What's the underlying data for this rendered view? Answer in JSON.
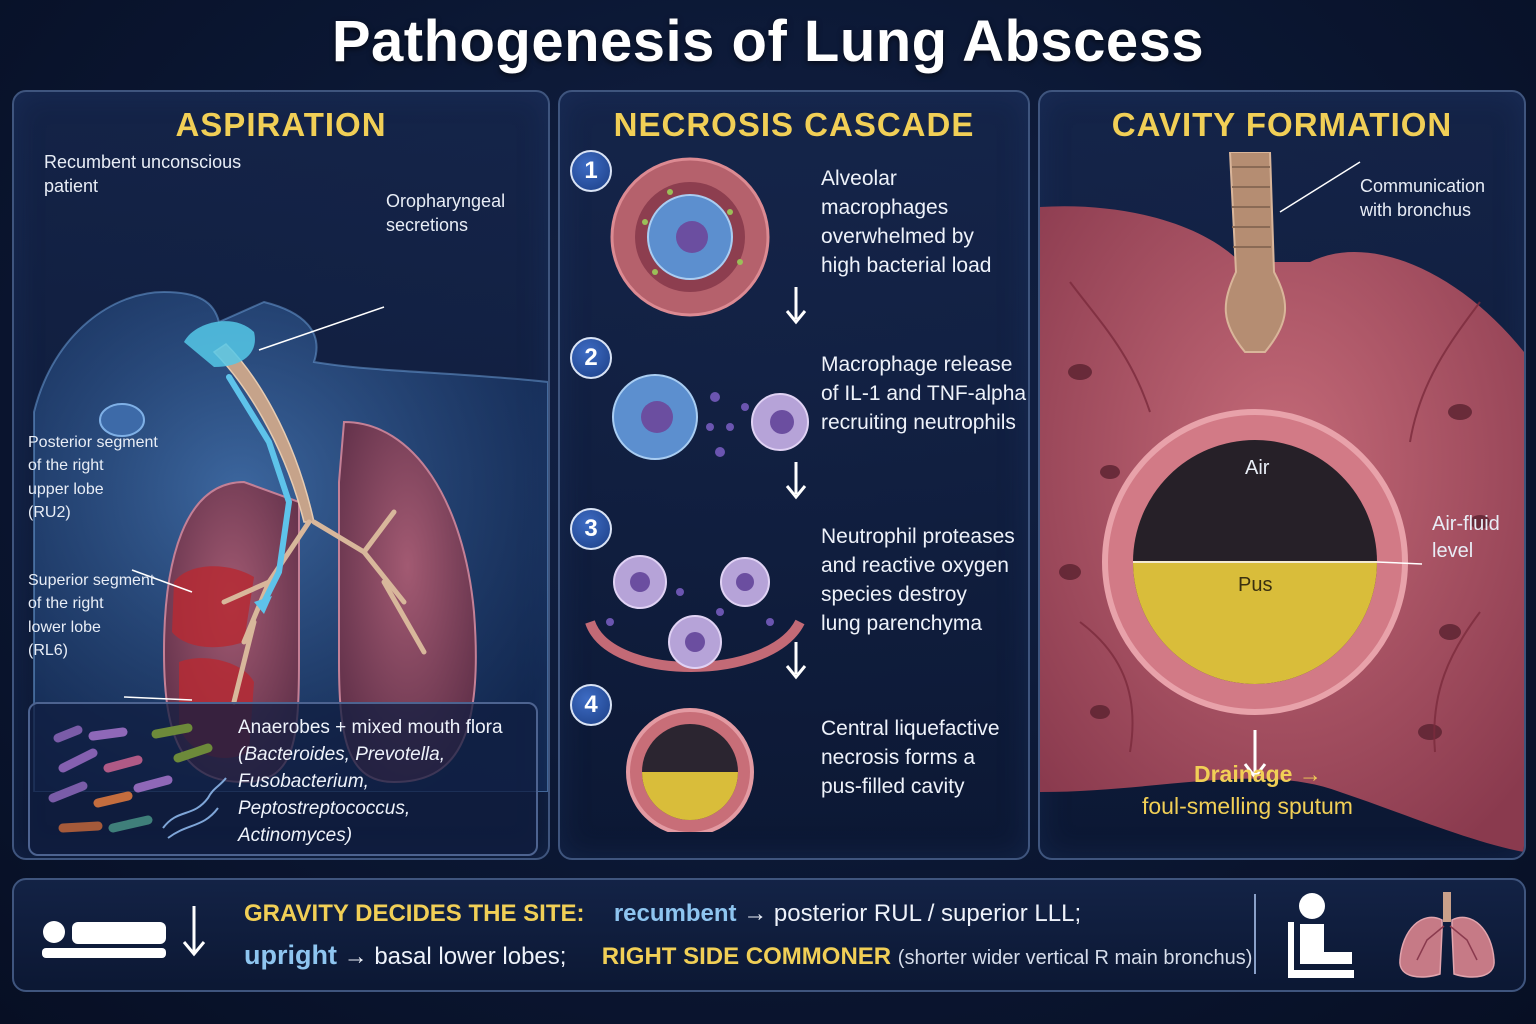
{
  "title": "Pathogenesis of Lung Abscess",
  "aspiration": {
    "heading": "ASPIRATION",
    "patient_label_1": "Recumbent unconscious",
    "patient_label_2": "patient",
    "secretions_label_1": "Oropharyngeal",
    "secretions_label_2": "secretions",
    "rul_label": [
      "Posterior segment",
      "of the right",
      "upper lobe",
      "(RU2)"
    ],
    "rll_label": [
      "Superior segment",
      "of the right",
      "lower lobe",
      "(RL6)"
    ],
    "flora_title": "Anaerobes + mixed mouth flora",
    "flora_list": [
      "(Bacteroides, Prevotella,",
      "Fusobacterium,",
      "Peptostreptococcus,",
      "Actinomyces)"
    ]
  },
  "necrosis": {
    "heading": "NECROSIS CASCADE",
    "steps": [
      {
        "num": "1",
        "lines": [
          "Alveolar",
          "macrophages",
          "overwhelmed by",
          "high bacterial load"
        ]
      },
      {
        "num": "2",
        "lines": [
          "Macrophage release",
          "of IL-1 and TNF-alpha",
          "recruiting neutrophils"
        ]
      },
      {
        "num": "3",
        "lines": [
          "Neutrophil proteases",
          "and reactive oxygen",
          "species destroy",
          "lung parenchyma"
        ]
      },
      {
        "num": "4",
        "lines": [
          "Central liquefactive",
          "necrosis forms a",
          "pus-filled cavity"
        ]
      }
    ]
  },
  "cavity": {
    "heading": "CAVITY FORMATION",
    "bronchus_label_1": "Communication",
    "bronchus_label_2": "with bronchus",
    "air": "Air",
    "pus": "Pus",
    "airfluid_1": "Air-fluid",
    "airfluid_2": "level",
    "drainage_1": "Drainage →",
    "drainage_2": "foul-smelling sputum"
  },
  "gravity": {
    "heading": "GRAVITY DECIDES THE SITE:",
    "recumbent": "recumbent",
    "recumbent_site": "posterior RUL / superior LLL;",
    "upright": "upright",
    "upright_site": "basal lower lobes;",
    "right_side": "RIGHT SIDE COMMONER",
    "right_reason": "(shorter wider vertical R main bronchus)",
    "arrow": "→"
  },
  "colors": {
    "heading_yellow": "#f1cf56",
    "accent_blue": "#8ec5f0",
    "lung_pink": "#b85a6a",
    "pus_yellow": "#d9bd3a",
    "background": "#0b1733"
  },
  "icons": [
    "bed-patient-icon",
    "down-arrow-icon",
    "seated-person-icon",
    "lungs-icon"
  ]
}
